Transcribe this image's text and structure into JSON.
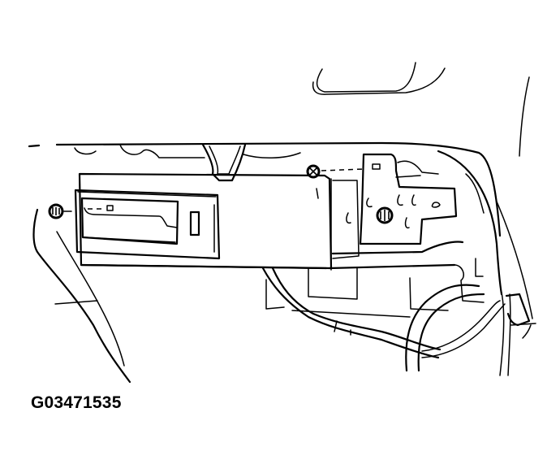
{
  "figure": {
    "id_label": "G03471535",
    "description": "Line-art service illustration: audio head unit mounted in dash with mounting bolts, side bracket, and wiring harness",
    "colors": {
      "line": "#000000",
      "background": "#ffffff"
    }
  },
  "parts": [
    {
      "name": "head-unit",
      "label": ""
    },
    {
      "name": "cd-slot-faceplate",
      "label": ""
    },
    {
      "name": "left-mounting-bolt",
      "label": ""
    },
    {
      "name": "top-mounting-bolt",
      "label": ""
    },
    {
      "name": "bracket-bolt",
      "label": ""
    },
    {
      "name": "side-bracket",
      "label": ""
    },
    {
      "name": "wiring-harness",
      "label": ""
    },
    {
      "name": "dash-panel",
      "label": ""
    }
  ]
}
